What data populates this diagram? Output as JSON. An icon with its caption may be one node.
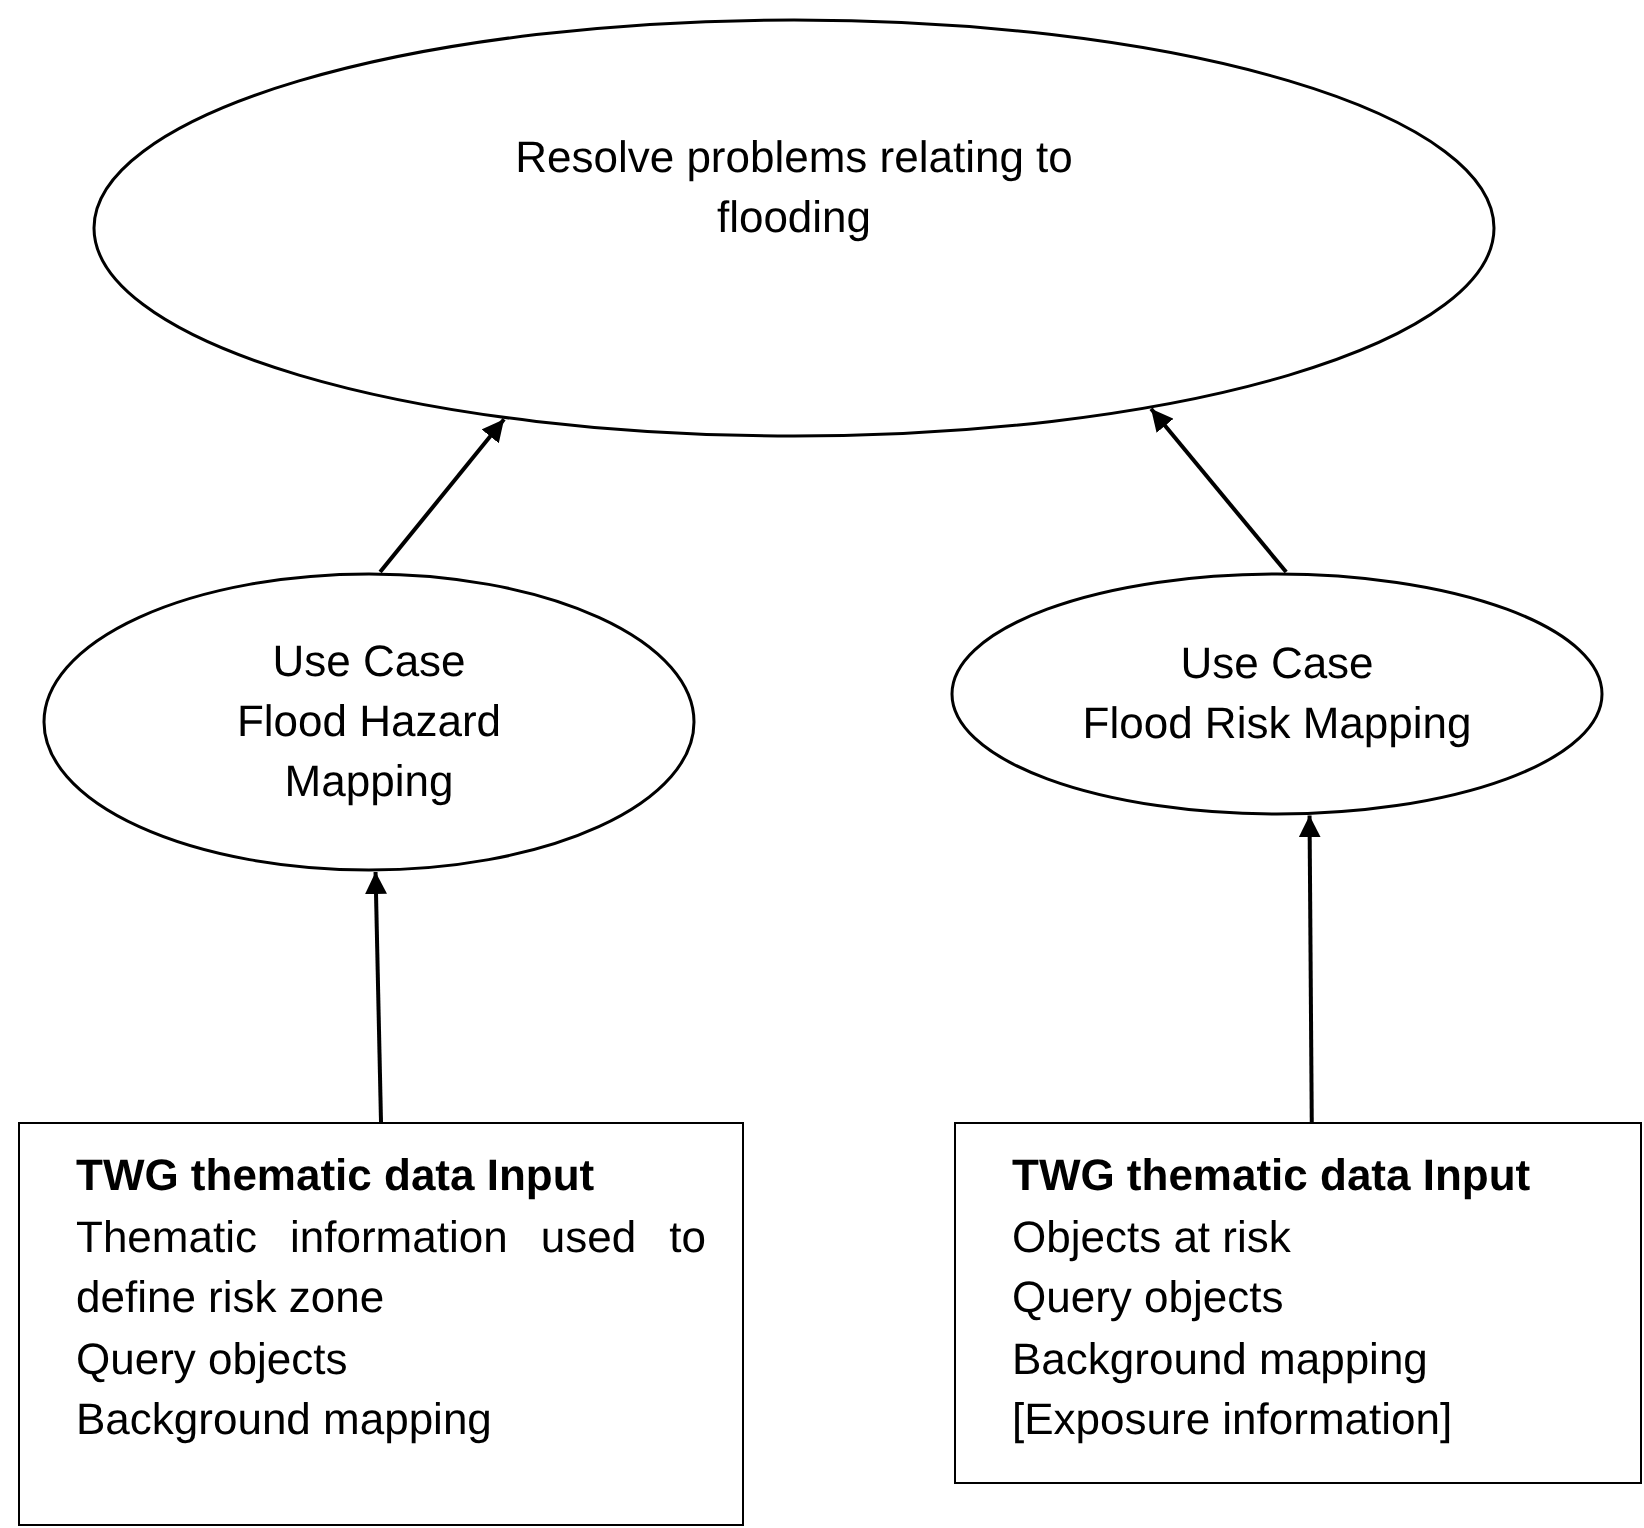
{
  "diagram": {
    "nodes": [
      {
        "text": [
          "Resolve problems relating to flooding"
        ]
      },
      {
        "text": [
          "Use Case",
          "Flood Hazard Mapping"
        ]
      },
      {
        "text": [
          "Use Case",
          "Flood Risk Mapping"
        ]
      },
      {
        "text": [
          "TWG thematic data Input",
          "Thematic information used to define risk zone",
          "Query objects",
          "Background mapping"
        ]
      },
      {
        "text": [
          "TWG thematic data Input",
          "Objects at risk",
          "Query objects",
          "Background mapping",
          "[Exposure information]"
        ]
      }
    ],
    "edges": [
      {
        "from": 1,
        "to": 0,
        "arrow": "to"
      },
      {
        "from": 2,
        "to": 0,
        "arrow": "to"
      },
      {
        "from": 3,
        "to": 1,
        "arrow": "to"
      },
      {
        "from": 4,
        "to": 2,
        "arrow": "to"
      }
    ]
  }
}
